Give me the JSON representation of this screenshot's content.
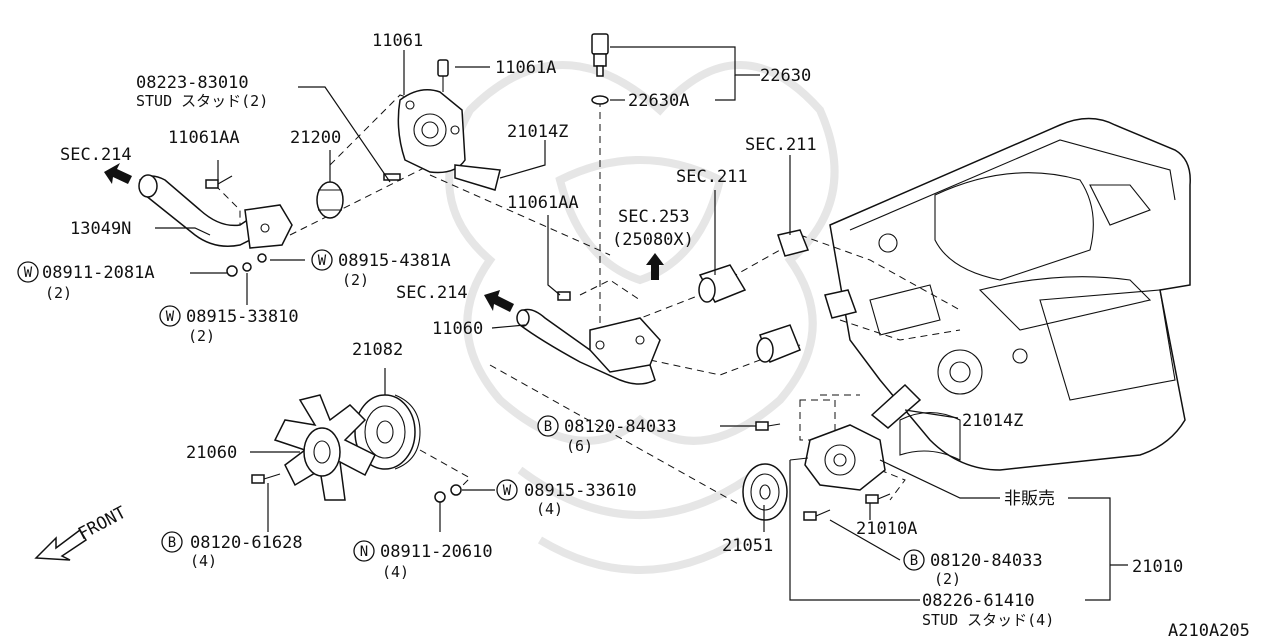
{
  "watermark": "",
  "code": "A210A205",
  "front_label": "FRONT",
  "labels": [
    {
      "id": "l11061",
      "text": "11061"
    },
    {
      "id": "l11061a",
      "text": "11061A"
    },
    {
      "id": "l08223",
      "text": "08223-83010"
    },
    {
      "id": "lstud1",
      "text": "STUD スタッド(2)"
    },
    {
      "id": "l22630",
      "text": "22630"
    },
    {
      "id": "l22630a",
      "text": "22630A"
    },
    {
      "id": "lsec214a",
      "text": "SEC.214"
    },
    {
      "id": "l11061aa1",
      "text": "11061AA"
    },
    {
      "id": "l21200",
      "text": "21200"
    },
    {
      "id": "l21014z1",
      "text": "21014Z"
    },
    {
      "id": "lsec211a",
      "text": "SEC.211"
    },
    {
      "id": "lsec211b",
      "text": "SEC.211"
    },
    {
      "id": "l13049n",
      "text": "13049N"
    },
    {
      "id": "l11061aa2",
      "text": "11061AA"
    },
    {
      "id": "lsec253",
      "text": "SEC.253"
    },
    {
      "id": "l25080x",
      "text": "(25080X)"
    },
    {
      "id": "l08911a",
      "text": "08911-2081A"
    },
    {
      "id": "lq2a",
      "text": "(2)"
    },
    {
      "id": "l08915a",
      "text": "08915-4381A"
    },
    {
      "id": "lq2b",
      "text": "(2)"
    },
    {
      "id": "lsec214b",
      "text": "SEC.214"
    },
    {
      "id": "l08915b",
      "text": "08915-33810"
    },
    {
      "id": "lq2c",
      "text": "(2)"
    },
    {
      "id": "l11060",
      "text": "11060"
    },
    {
      "id": "l21082",
      "text": "21082"
    },
    {
      "id": "l08120a",
      "text": "08120-84033"
    },
    {
      "id": "lq6",
      "text": "(6)"
    },
    {
      "id": "l21014z2",
      "text": "21014Z"
    },
    {
      "id": "l21060",
      "text": "21060"
    },
    {
      "id": "l08915c",
      "text": "08915-33610"
    },
    {
      "id": "lq4a",
      "text": "(4)"
    },
    {
      "id": "lhihanbai",
      "text": "非販売"
    },
    {
      "id": "l21010a",
      "text": "21010A"
    },
    {
      "id": "l21051",
      "text": "21051"
    },
    {
      "id": "l08120b",
      "text": "08120-61628"
    },
    {
      "id": "lq4b",
      "text": "(4)"
    },
    {
      "id": "l08911b",
      "text": "08911-20610"
    },
    {
      "id": "lq4c",
      "text": "(4)"
    },
    {
      "id": "l08120c",
      "text": "08120-84033"
    },
    {
      "id": "lq2d",
      "text": "(2)"
    },
    {
      "id": "l21010",
      "text": "21010"
    },
    {
      "id": "l08226",
      "text": "08226-61410"
    },
    {
      "id": "lstud2",
      "text": "STUD スタッド(4)"
    }
  ],
  "markers": [
    {
      "id": "m1",
      "letter": "W"
    },
    {
      "id": "m2",
      "letter": "W"
    },
    {
      "id": "m3",
      "letter": "W"
    },
    {
      "id": "m4",
      "letter": "B"
    },
    {
      "id": "m5",
      "letter": "W"
    },
    {
      "id": "m6",
      "letter": "B"
    },
    {
      "id": "m7",
      "letter": "N"
    },
    {
      "id": "m8",
      "letter": "B"
    }
  ]
}
